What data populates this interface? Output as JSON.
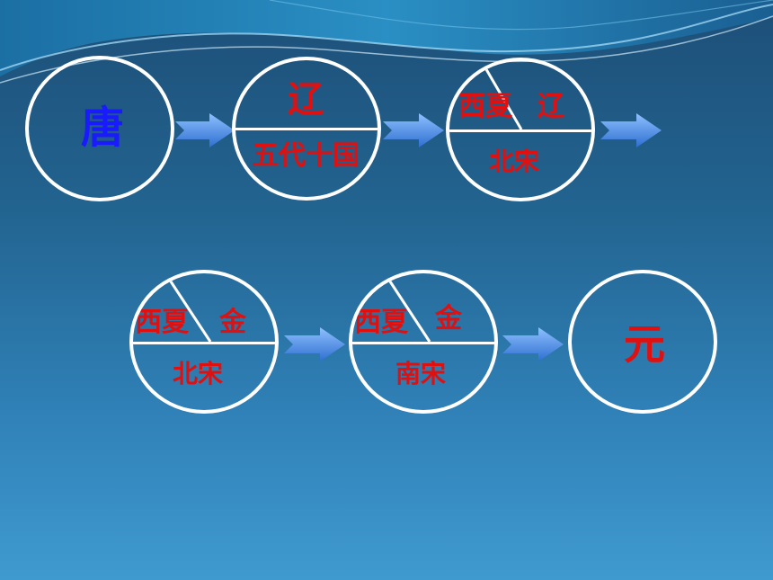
{
  "colors": {
    "dynasty_blue": "#1a1aff",
    "dynasty_red": "#e01010",
    "circle_stroke": "#ffffff",
    "arrow_fill": "#4a8fe0"
  },
  "nodes": {
    "tang": {
      "name": "唐"
    },
    "liao_wudai": {
      "top": "辽",
      "bottom": "五代十国"
    },
    "xixia_liao_beisong": {
      "top_left": "西夏",
      "top_right": "辽",
      "bottom": "北宋"
    },
    "xixia_jin_beisong": {
      "top_left": "西夏",
      "top_right": "金",
      "bottom": "北宋"
    },
    "xixia_jin_nansong": {
      "top_left": "西夏",
      "top_right": "金",
      "bottom": "南宋"
    },
    "yuan": {
      "name": "元"
    }
  }
}
